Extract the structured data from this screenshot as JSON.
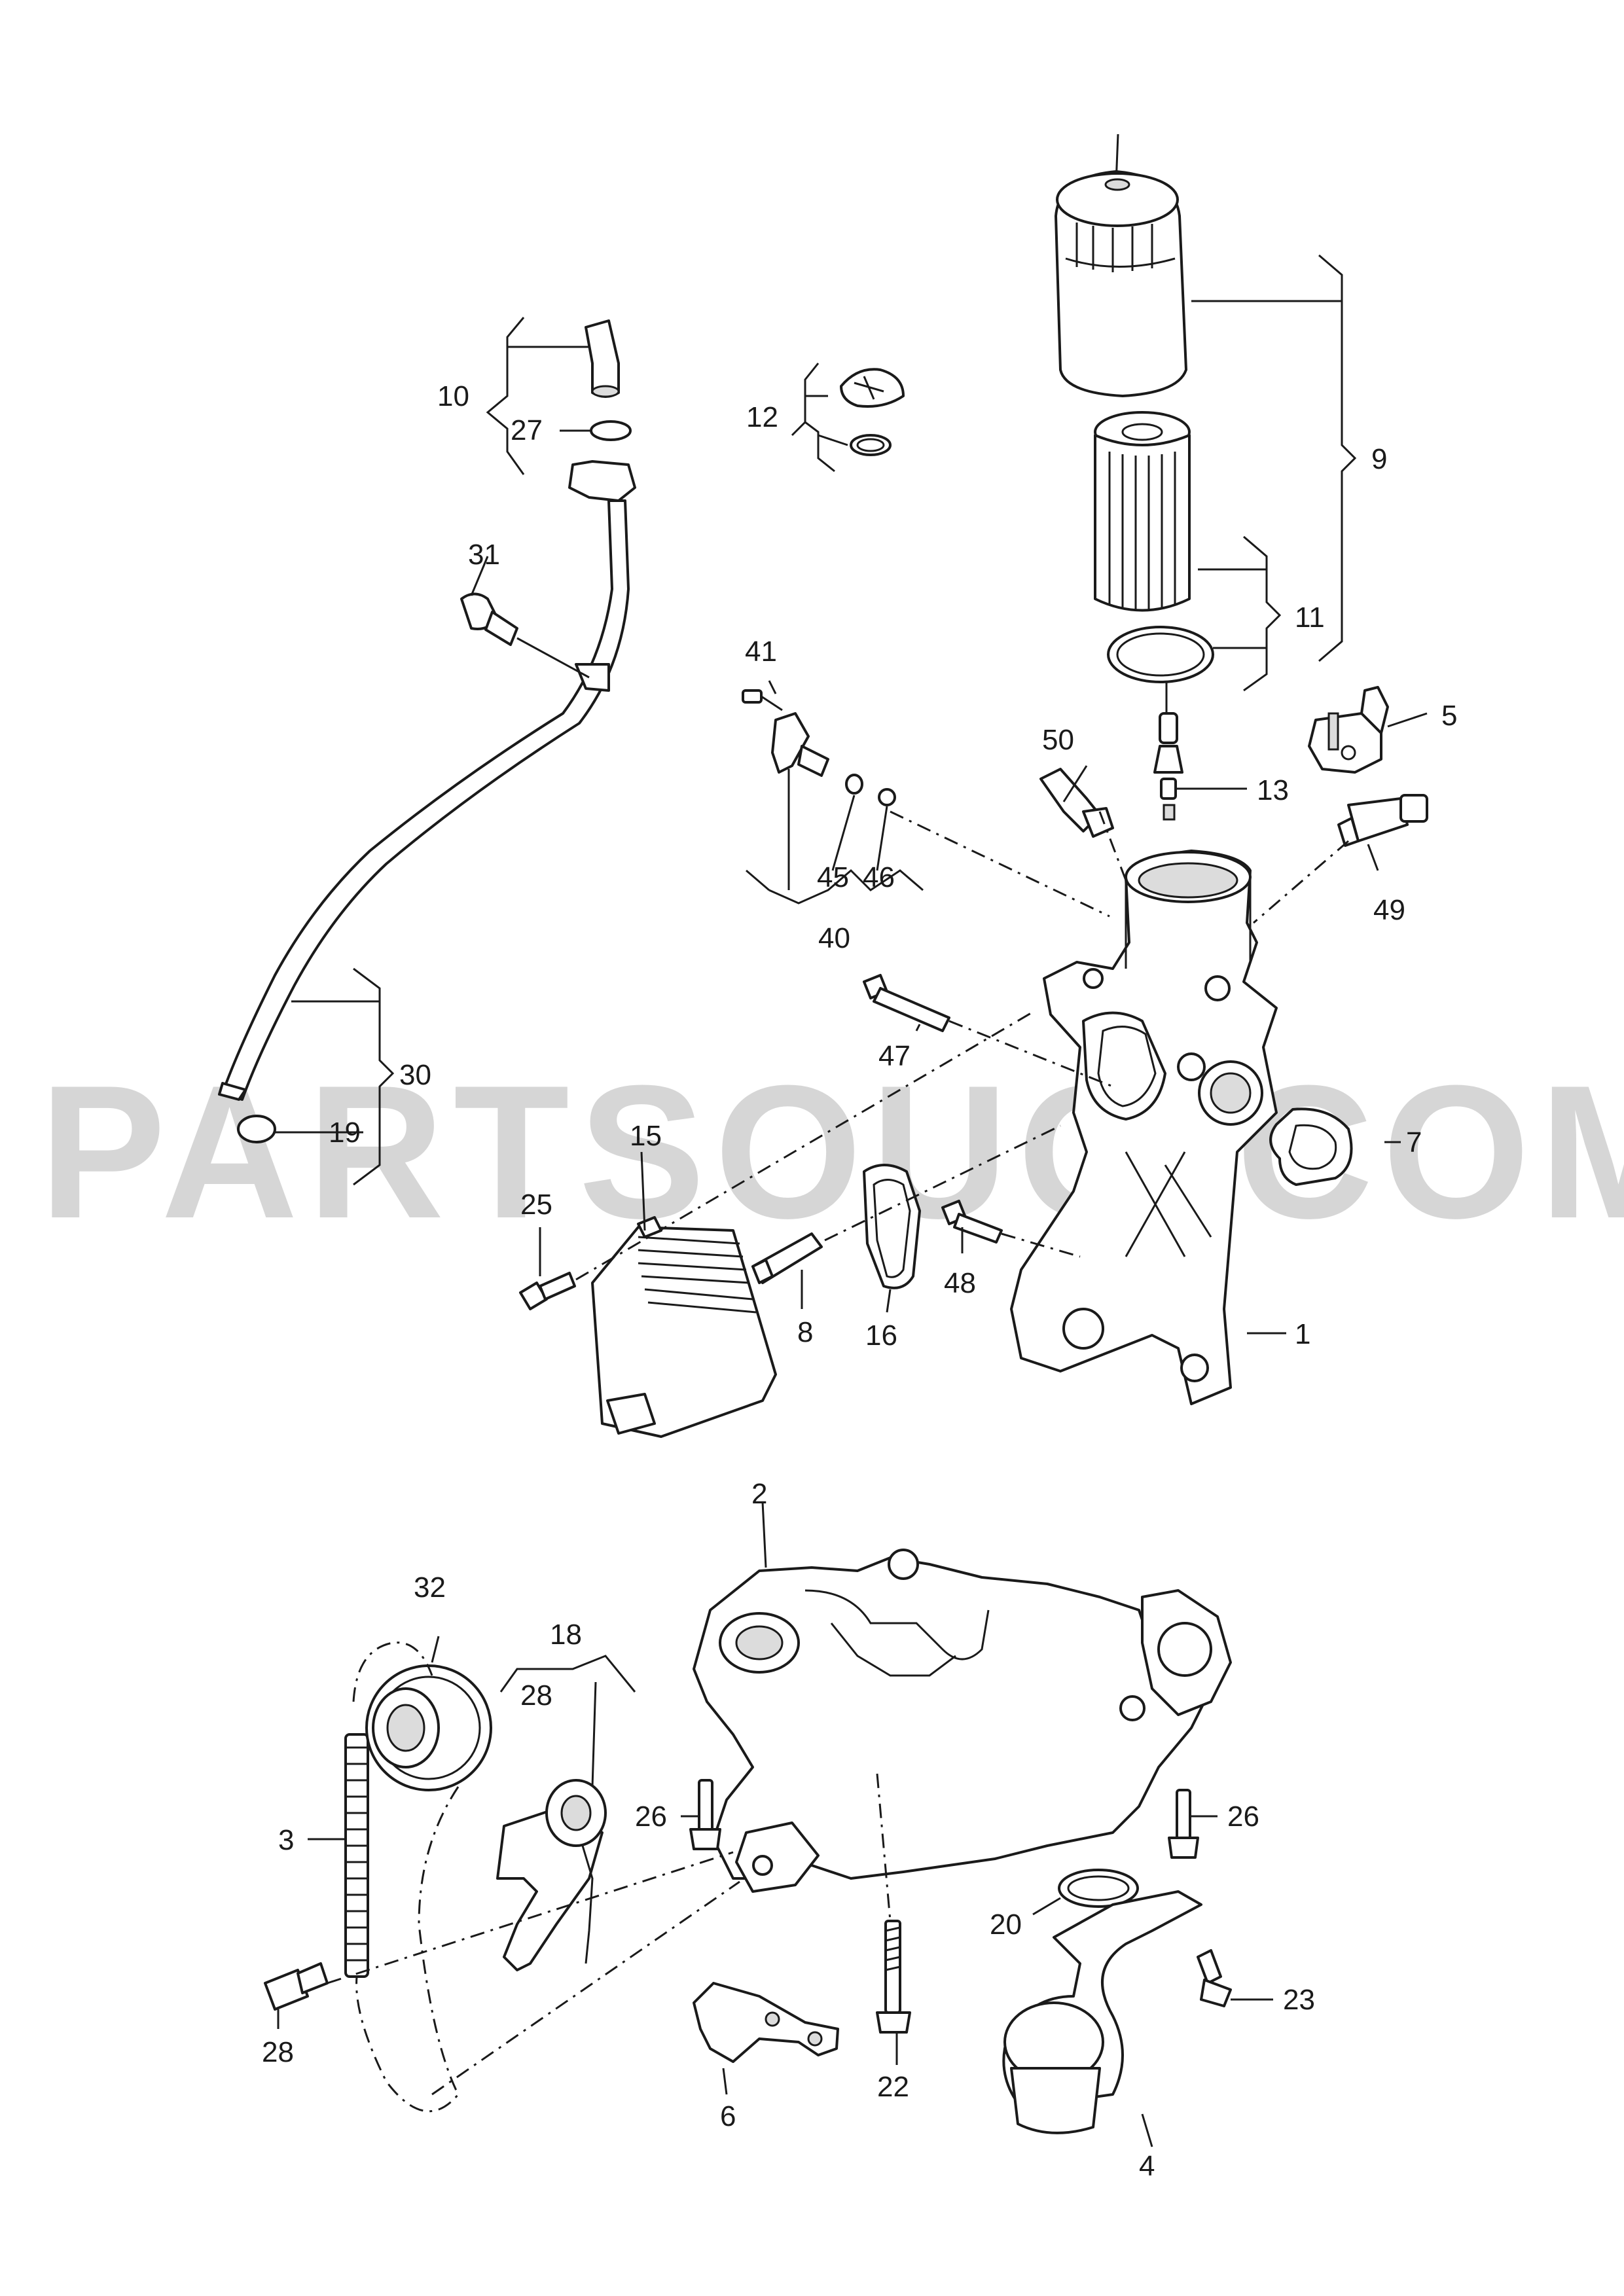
{
  "watermark": "PARTSOUQ.COM",
  "callouts": [
    {
      "id": "c1",
      "text": "1"
    },
    {
      "id": "c2",
      "text": "2"
    },
    {
      "id": "c3",
      "text": "3"
    },
    {
      "id": "c4",
      "text": "4"
    },
    {
      "id": "c5",
      "text": "5"
    },
    {
      "id": "c6",
      "text": "6"
    },
    {
      "id": "c7",
      "text": "7"
    },
    {
      "id": "c8",
      "text": "8"
    },
    {
      "id": "c9",
      "text": "9"
    },
    {
      "id": "c10",
      "text": "10"
    },
    {
      "id": "c11",
      "text": "11"
    },
    {
      "id": "c12",
      "text": "12"
    },
    {
      "id": "c13",
      "text": "13"
    },
    {
      "id": "c15",
      "text": "15"
    },
    {
      "id": "c16",
      "text": "16"
    },
    {
      "id": "c18",
      "text": "18"
    },
    {
      "id": "c19",
      "text": "19"
    },
    {
      "id": "c20",
      "text": "20"
    },
    {
      "id": "c22",
      "text": "22"
    },
    {
      "id": "c23",
      "text": "23"
    },
    {
      "id": "c25",
      "text": "25"
    },
    {
      "id": "c26a",
      "text": "26"
    },
    {
      "id": "c26b",
      "text": "26"
    },
    {
      "id": "c27",
      "text": "27"
    },
    {
      "id": "c28a",
      "text": "28"
    },
    {
      "id": "c28b",
      "text": "28"
    },
    {
      "id": "c30",
      "text": "30"
    },
    {
      "id": "c31",
      "text": "31"
    },
    {
      "id": "c32",
      "text": "32"
    },
    {
      "id": "c40",
      "text": "40"
    },
    {
      "id": "c41",
      "text": "41"
    },
    {
      "id": "c45",
      "text": "45"
    },
    {
      "id": "c46",
      "text": "46"
    },
    {
      "id": "c47",
      "text": "47"
    },
    {
      "id": "c48",
      "text": "48"
    },
    {
      "id": "c49",
      "text": "49"
    },
    {
      "id": "c50",
      "text": "50"
    }
  ]
}
